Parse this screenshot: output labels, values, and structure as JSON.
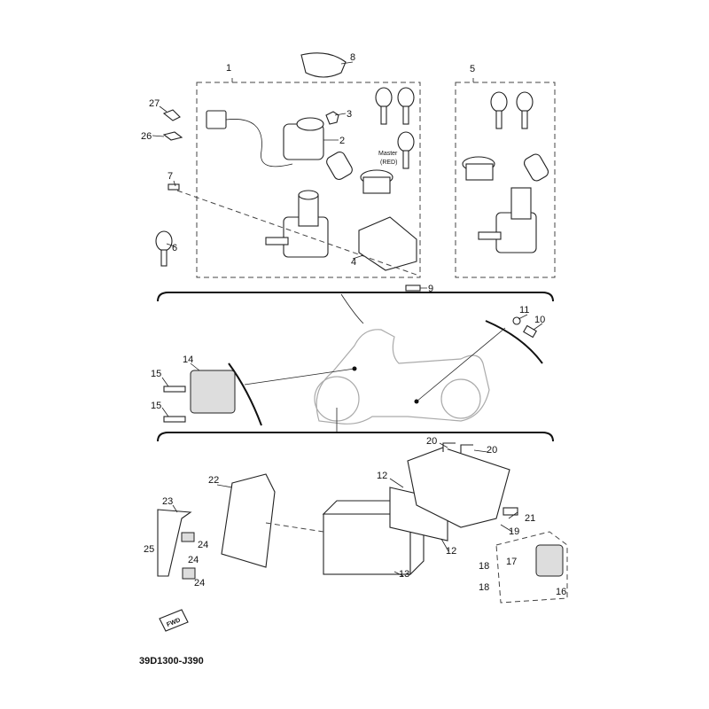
{
  "diagram": {
    "code": "39D1300-J390",
    "fwd_label": "FWD",
    "master_note": [
      "Master",
      "(RED)"
    ],
    "callouts": {
      "c1": "1",
      "c2": "2",
      "c3": "3",
      "c4": "4",
      "c5": "5",
      "c6": "6",
      "c7": "7",
      "c8": "8",
      "c9": "9",
      "c10": "10",
      "c11": "11",
      "c12a": "12",
      "c12b": "12",
      "c13": "13",
      "c14": "14",
      "c15a": "15",
      "c15b": "15",
      "c16": "16",
      "c17": "17",
      "c18a": "18",
      "c18b": "18",
      "c19": "19",
      "c20a": "20",
      "c20b": "20",
      "c21": "21",
      "c22": "22",
      "c23": "23",
      "c24a": "24",
      "c24b": "24",
      "c24c": "24",
      "c25": "25",
      "c26": "26",
      "c27": "27"
    }
  }
}
